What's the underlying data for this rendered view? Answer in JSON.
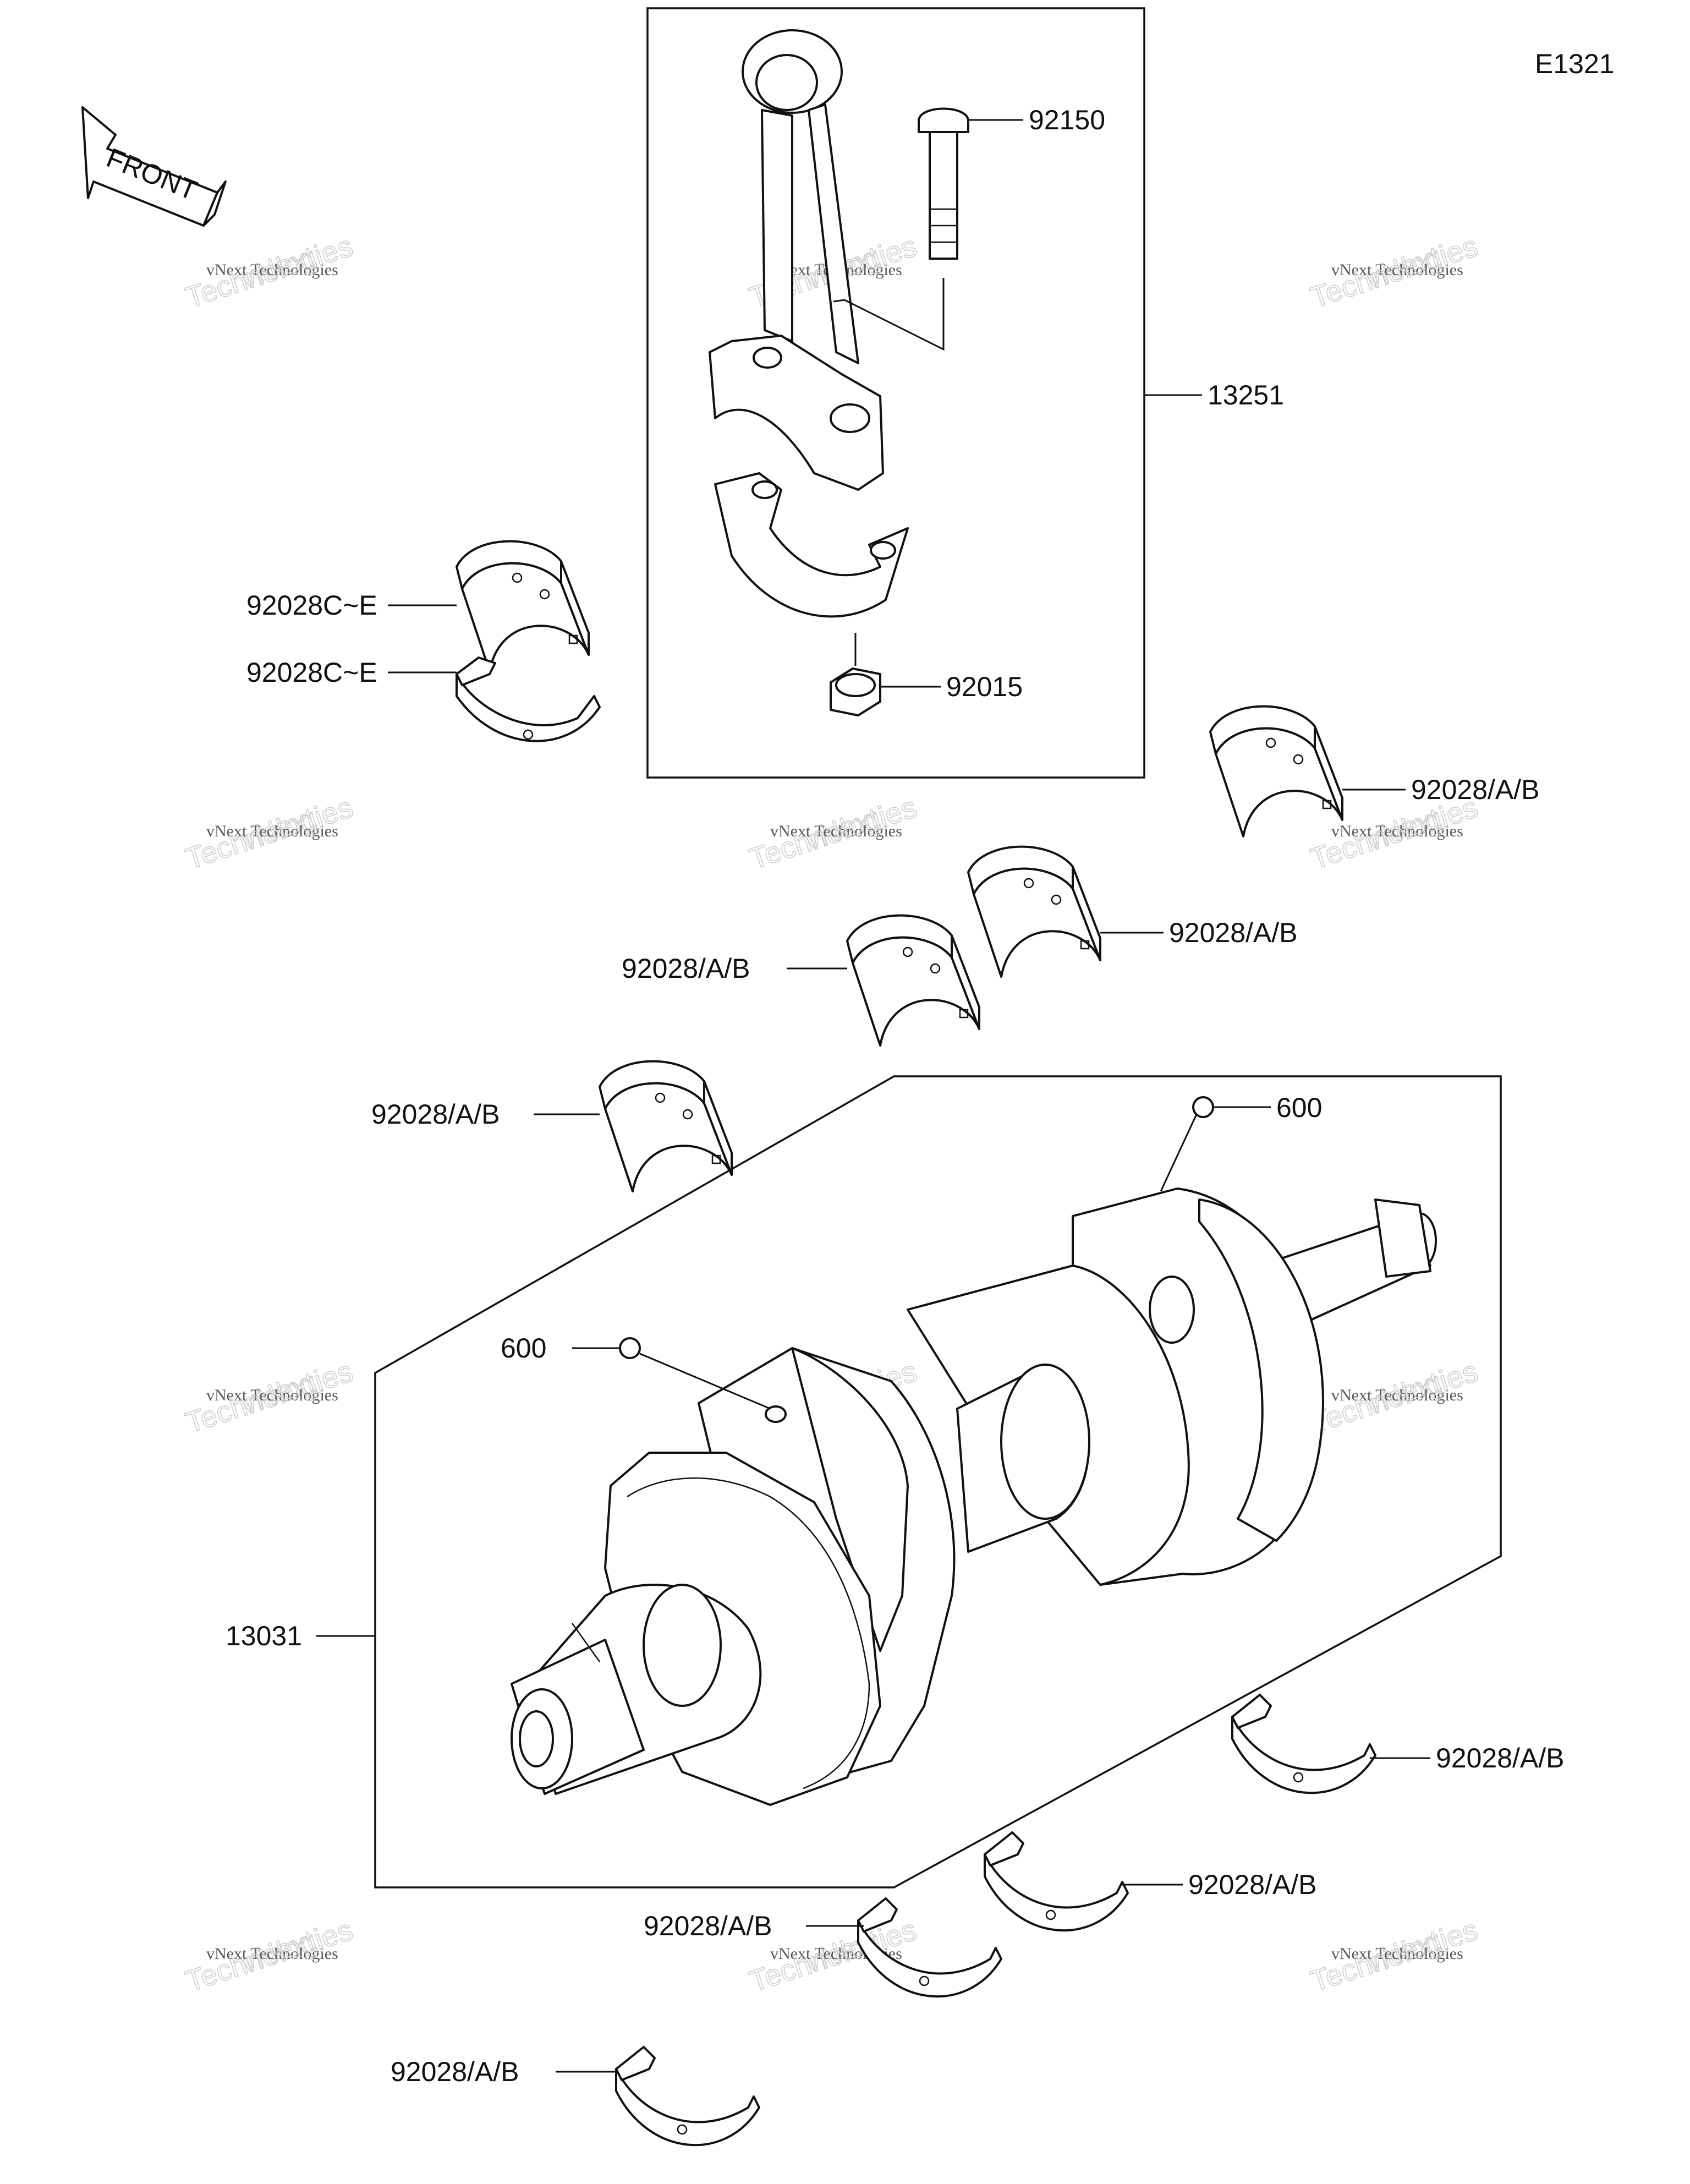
{
  "diagram_code": "E1321",
  "front_arrow_label": "FRONT",
  "watermark": {
    "line1": "vNext Technologies",
    "line2": "vNext",
    "line3": "Technologies"
  },
  "labels": {
    "bolt": "92150",
    "connecting_rod": "13251",
    "nut": "92015",
    "rod_bearing_upper": "92028C~E",
    "rod_bearing_lower": "92028C~E",
    "main_bearing_1": "92028/A/B",
    "main_bearing_2": "92028/A/B",
    "main_bearing_3": "92028/A/B",
    "main_bearing_4": "92028/A/B",
    "main_bearing_5": "92028/A/B",
    "main_bearing_6": "92028/A/B",
    "main_bearing_7": "92028/A/B",
    "main_bearing_8": "92028/A/B",
    "crankshaft": "13031",
    "ref_600_upper": "600",
    "ref_600_lower": "600"
  }
}
